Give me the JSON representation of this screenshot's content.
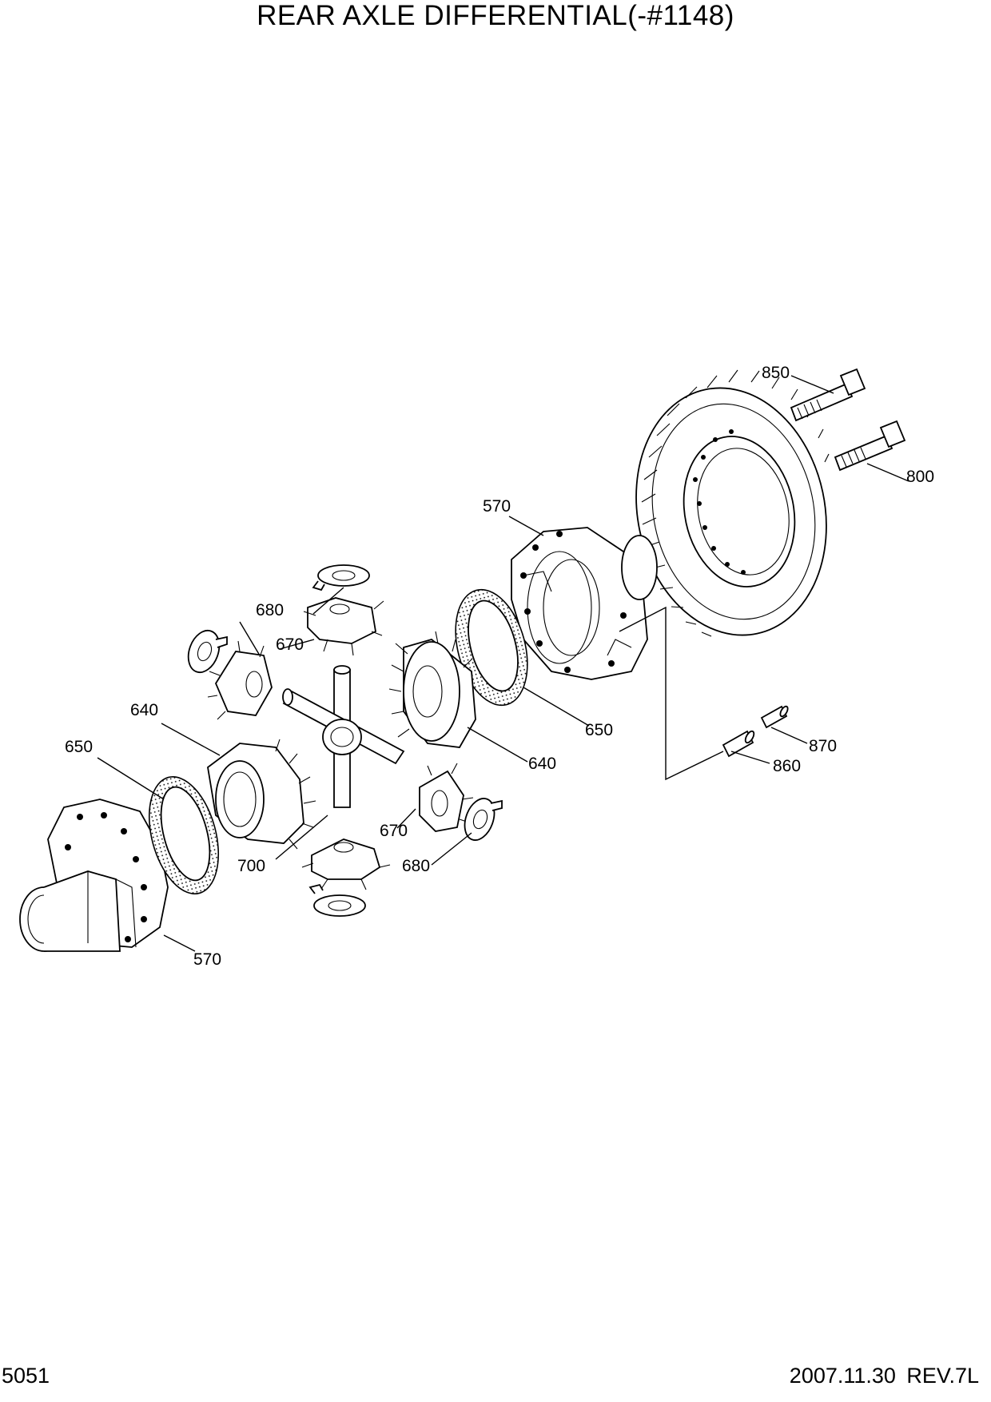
{
  "title": "REAR AXLE DIFFERENTIAL(-#1148)",
  "footer": {
    "page_number": "5051",
    "date_revision": "2007.11.30  REV.7L"
  },
  "callouts": {
    "c850": "850",
    "c800": "800",
    "c570_top": "570",
    "c680_top": "680",
    "c670_top": "670",
    "c640_left": "640",
    "c650_left": "650",
    "c650_right": "650",
    "c640_right": "640",
    "c870": "870",
    "c860": "860",
    "c670_bottom": "670",
    "c680_bottom": "680",
    "c700": "700",
    "c570_bottom": "570"
  }
}
